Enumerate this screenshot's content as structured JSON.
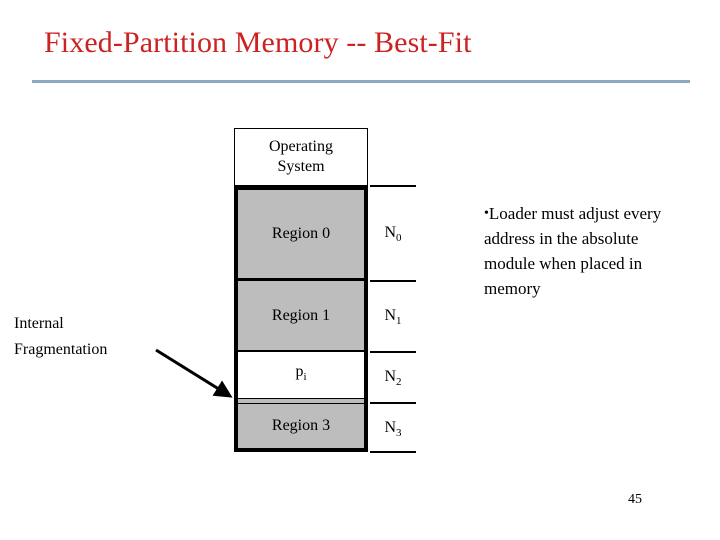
{
  "slide": {
    "title": "Fixed-Partition Memory -- Best-Fit",
    "page_number": "45",
    "title_color": "#CC2222",
    "rule_color": "#8CA9BE",
    "region_fill_color": "#BDBDBD"
  },
  "memory_diagram": {
    "blocks": [
      {
        "label": "Operating System",
        "line1": "Operating",
        "line2": "System",
        "fill": "white",
        "name": "operating-system"
      },
      {
        "label": "Region 0",
        "fill": "gray",
        "name": "region-0"
      },
      {
        "label": "Region 1",
        "fill": "gray",
        "name": "region-1"
      },
      {
        "label": "pi",
        "text": "p",
        "subscript": "i",
        "fill": "white",
        "name": "process-pi"
      },
      {
        "label": "",
        "fill": "gray",
        "name": "internal-fragment-strip"
      },
      {
        "label": "Region 3",
        "fill": "gray",
        "name": "region-3"
      }
    ]
  },
  "size_column": {
    "labels": [
      {
        "base": "N",
        "sub": "0"
      },
      {
        "base": "N",
        "sub": "1"
      },
      {
        "base": "N",
        "sub": "2"
      },
      {
        "base": "N",
        "sub": "3"
      }
    ]
  },
  "callout": {
    "line1": "Internal",
    "line2": "Fragmentation"
  },
  "bullet": {
    "marker": "•",
    "text": "Loader must adjust every address in the absolute module when placed in memory"
  }
}
